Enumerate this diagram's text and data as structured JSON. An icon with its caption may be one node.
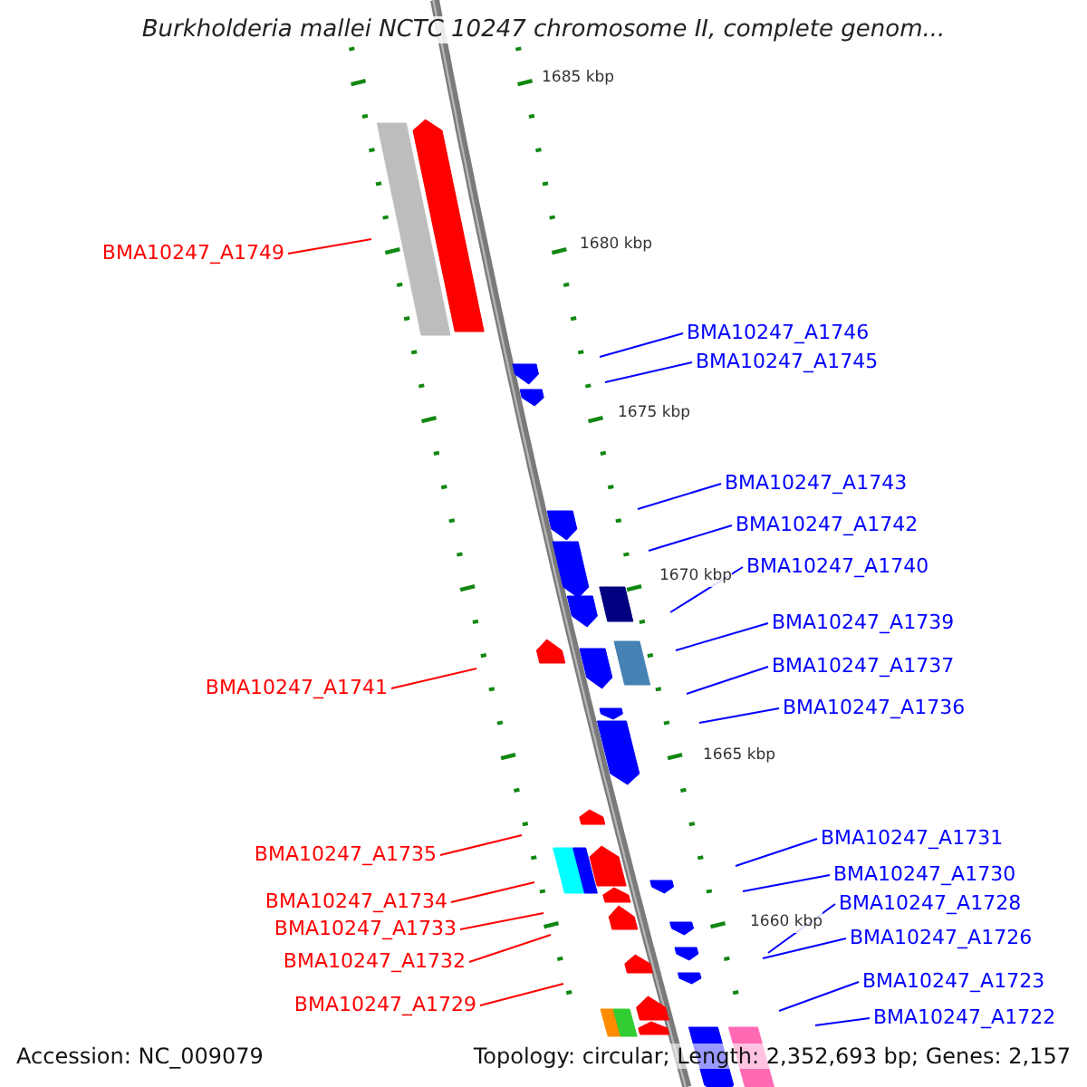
{
  "diagram": {
    "title": "Burkholderia mallei NCTC 10247 chromosome II, complete genom...",
    "nodes": [
      {
        "text": [
          "BMA10247_A1749"
        ]
      },
      {
        "text": [
          "BMA10247_A1746"
        ]
      },
      {
        "text": [
          "BMA10247_A1745"
        ]
      },
      {
        "text": [
          "BMA10247_A1743"
        ]
      },
      {
        "text": [
          "BMA10247_A1742"
        ]
      },
      {
        "text": [
          "BMA10247_A1740"
        ]
      },
      {
        "text": [
          "BMA10247_A1739"
        ]
      },
      {
        "text": [
          "BMA10247_A1737"
        ]
      },
      {
        "text": [
          "BMA10247_A1741"
        ]
      },
      {
        "text": [
          "BMA10247_A1736"
        ]
      },
      {
        "text": [
          "BMA10247_A1731"
        ]
      },
      {
        "text": [
          "BMA10247_A1735"
        ]
      },
      {
        "text": [
          "BMA10247_A1730"
        ]
      },
      {
        "text": [
          "BMA10247_A1734"
        ]
      },
      {
        "text": [
          "BMA10247_A1728"
        ]
      },
      {
        "text": [
          "BMA10247_A1733"
        ]
      },
      {
        "text": [
          "BMA10247_A1726"
        ]
      },
      {
        "text": [
          "BMA10247_A1732"
        ]
      },
      {
        "text": [
          "BMA10247_A1723"
        ]
      },
      {
        "text": [
          "BMA10247_A1729"
        ]
      },
      {
        "text": [
          "BMA10247_A1722"
        ]
      }
    ],
    "edges": [
      {
        "from": 0,
        "to": null,
        "arrow": "none",
        "color": "#ff0000"
      },
      {
        "from": 1,
        "to": null,
        "arrow": "none"
      },
      {
        "from": 2,
        "to": null,
        "arrow": "none"
      },
      {
        "from": 3,
        "to": null,
        "arrow": "none"
      },
      {
        "from": 4,
        "to": null,
        "arrow": "none"
      },
      {
        "from": 5,
        "to": null,
        "arrow": "none"
      },
      {
        "from": 6,
        "to": null,
        "arrow": "none"
      },
      {
        "from": 7,
        "to": null,
        "arrow": "none"
      },
      {
        "from": 8,
        "to": null,
        "arrow": "none",
        "color": "#ff0000"
      },
      {
        "from": 9,
        "to": null,
        "arrow": "none"
      },
      {
        "from": 10,
        "to": null,
        "arrow": "none"
      },
      {
        "from": 11,
        "to": null,
        "arrow": "none",
        "color": "#ff0000"
      },
      {
        "from": 12,
        "to": null,
        "arrow": "none"
      },
      {
        "from": 13,
        "to": null,
        "arrow": "none",
        "color": "#ff0000"
      },
      {
        "from": 14,
        "to": null,
        "arrow": "none"
      },
      {
        "from": 15,
        "to": null,
        "arrow": "none",
        "color": "#ff0000"
      },
      {
        "from": 16,
        "to": null,
        "arrow": "none"
      },
      {
        "from": 17,
        "to": null,
        "arrow": "none",
        "color": "#ff0000"
      },
      {
        "from": 18,
        "to": null,
        "arrow": "none"
      },
      {
        "from": 19,
        "to": null,
        "arrow": "none",
        "color": "#ff0000"
      },
      {
        "from": 20,
        "to": null,
        "arrow": "none"
      }
    ],
    "labels": [
      "1685 kbp",
      "1680 kbp",
      "1675 kbp",
      "1670 kbp",
      "1665 kbp",
      "1660 kbp",
      "Accession: NC_009079",
      "Topology: circular; Length: 2,352,693 bp; Genes: 2,157"
    ]
  }
}
